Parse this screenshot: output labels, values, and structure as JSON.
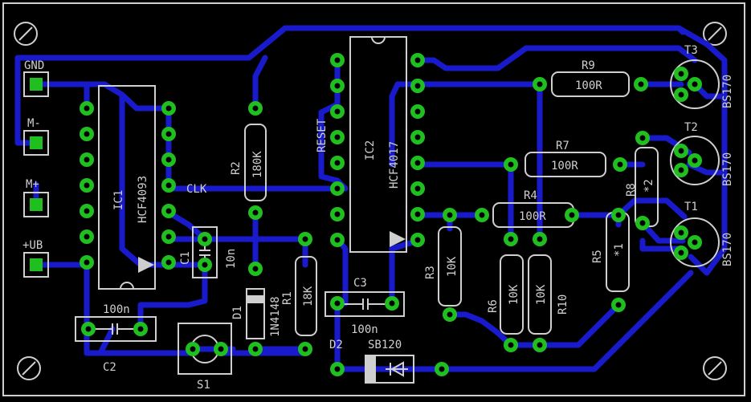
{
  "colors": {
    "background": "#000000",
    "trace": "#1a1acd",
    "pad": "#1fbf1f",
    "silk": "#cfcfcf"
  },
  "connectors": {
    "gnd": "GND",
    "m_minus": "M-",
    "m_plus": "M+",
    "ub": "+UB"
  },
  "ics": {
    "ic1_name": "IC1",
    "ic1_value": "HCF4093",
    "ic2_name": "IC2",
    "ic2_value": "HCF4017",
    "reset": "RESET",
    "clk": "CLK"
  },
  "resistors": {
    "r1_name": "R1",
    "r1_value": "18K",
    "r2_name": "R2",
    "r2_value": "180K",
    "r3_name": "R3",
    "r3_value": "10K",
    "r4_name": "R4",
    "r4_value": "100R",
    "r5_name": "R5",
    "r5_value": "*1",
    "r6_name": "R6",
    "r6_value": "10K",
    "r7_name": "R7",
    "r7_value": "100R",
    "r8_name": "R8",
    "r8_value": "*2",
    "r9_name": "R9",
    "r9_value": "100R",
    "r10_name": "R10",
    "r10_value": "10K"
  },
  "capacitors": {
    "c1_name": "C1",
    "c1_value": "10n",
    "c2_name": "C2",
    "c2_value": "100n",
    "c3_name": "C3",
    "c3_value": "100n"
  },
  "diodes": {
    "d1_name": "D1",
    "d1_value": "1N4148",
    "d2_name": "D2",
    "d2_value": "SB120"
  },
  "switch": {
    "s1_name": "S1"
  },
  "transistors": {
    "t1_name": "T1",
    "t1_value": "BS170",
    "t2_name": "T2",
    "t2_value": "BS170",
    "t3_name": "T3",
    "t3_value": "BS170"
  }
}
